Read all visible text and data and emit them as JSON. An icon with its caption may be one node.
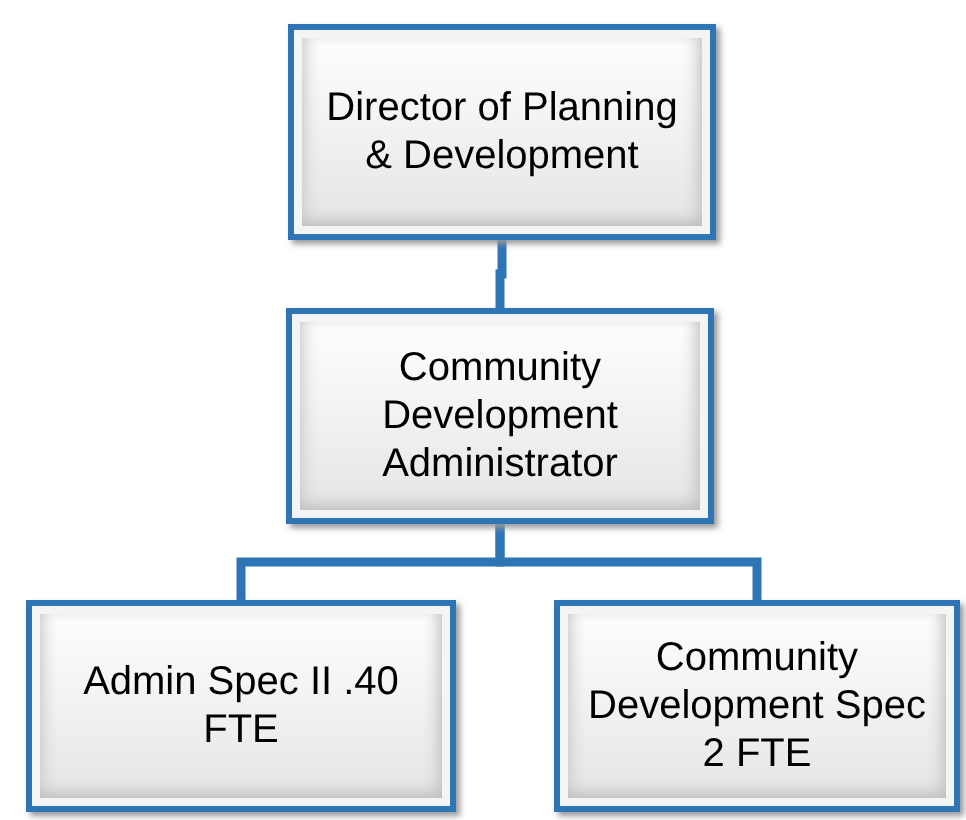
{
  "diagram": {
    "nodes": [
      {
        "text": [
          "Director of Planning & Development"
        ]
      },
      {
        "text": [
          "Community Development Administrator"
        ]
      },
      {
        "text": [
          "Admin Spec II .40 FTE"
        ]
      },
      {
        "text": [
          "Community Development Spec  2 FTE"
        ]
      }
    ],
    "edges": [
      {
        "from": 0,
        "to": 1,
        "arrow": "none"
      },
      {
        "from": 1,
        "to": 2,
        "arrow": "none"
      },
      {
        "from": 1,
        "to": 3,
        "arrow": "none"
      }
    ]
  }
}
